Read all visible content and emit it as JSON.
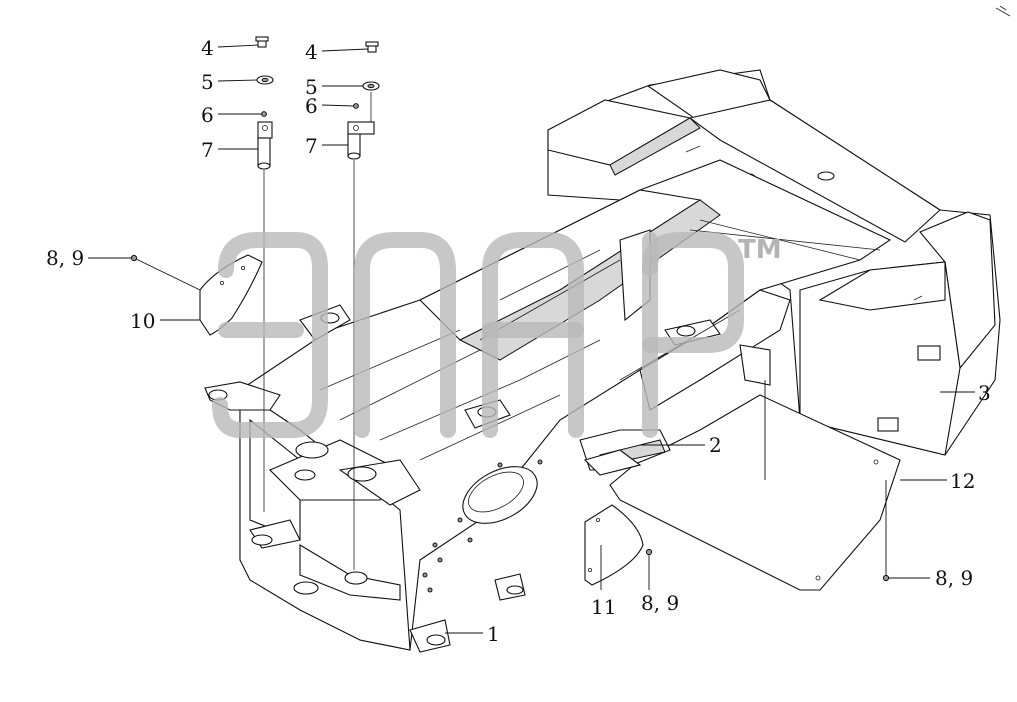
{
  "watermark": {
    "trademark": "TM"
  },
  "callouts": [
    {
      "id": "c1",
      "text": "1"
    },
    {
      "id": "c2",
      "text": "2"
    },
    {
      "id": "c3",
      "text": "3"
    },
    {
      "id": "c4a",
      "text": "4"
    },
    {
      "id": "c4b",
      "text": "4"
    },
    {
      "id": "c5a",
      "text": "5"
    },
    {
      "id": "c5b",
      "text": "5"
    },
    {
      "id": "c6a",
      "text": "6"
    },
    {
      "id": "c6b",
      "text": "6"
    },
    {
      "id": "c7a",
      "text": "7"
    },
    {
      "id": "c7b",
      "text": "7"
    },
    {
      "id": "c89a",
      "text": "8, 9"
    },
    {
      "id": "c89b",
      "text": "8, 9"
    },
    {
      "id": "c89c",
      "text": "8, 9"
    },
    {
      "id": "c10",
      "text": "10"
    },
    {
      "id": "c11",
      "text": "11"
    },
    {
      "id": "c12",
      "text": "12"
    }
  ]
}
